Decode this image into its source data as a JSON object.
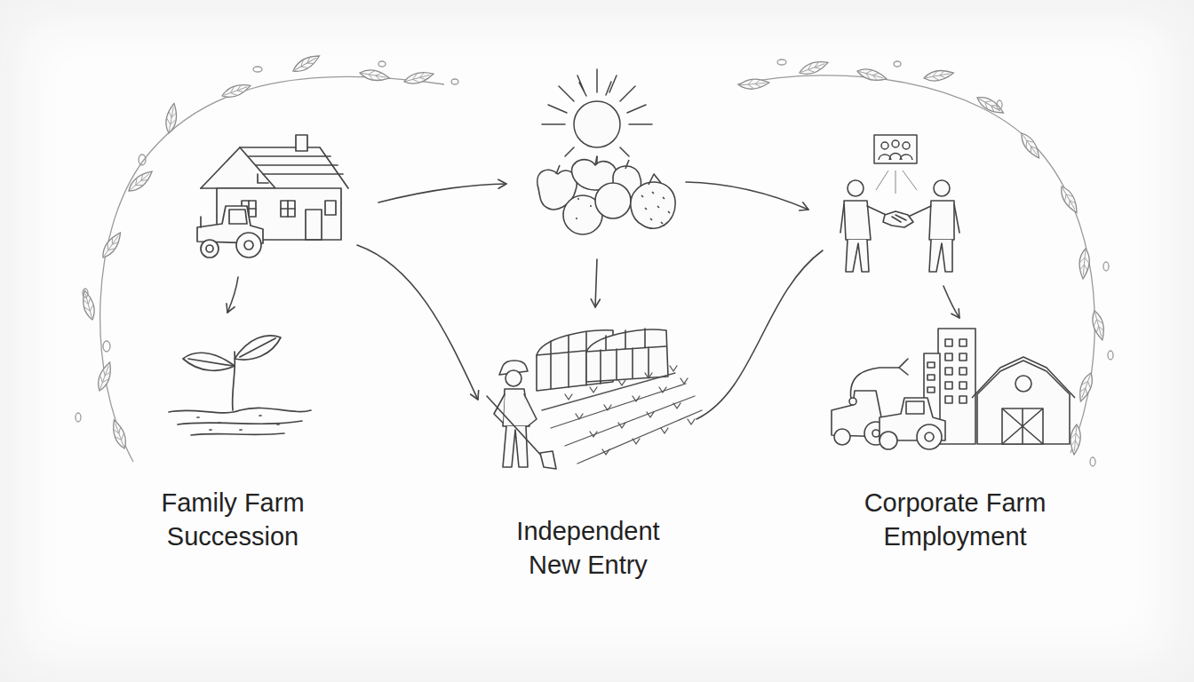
{
  "diagram": {
    "labels": [
      "Family Farm Succession",
      "Independent New Entry",
      "Corporate Farm Employment"
    ]
  }
}
